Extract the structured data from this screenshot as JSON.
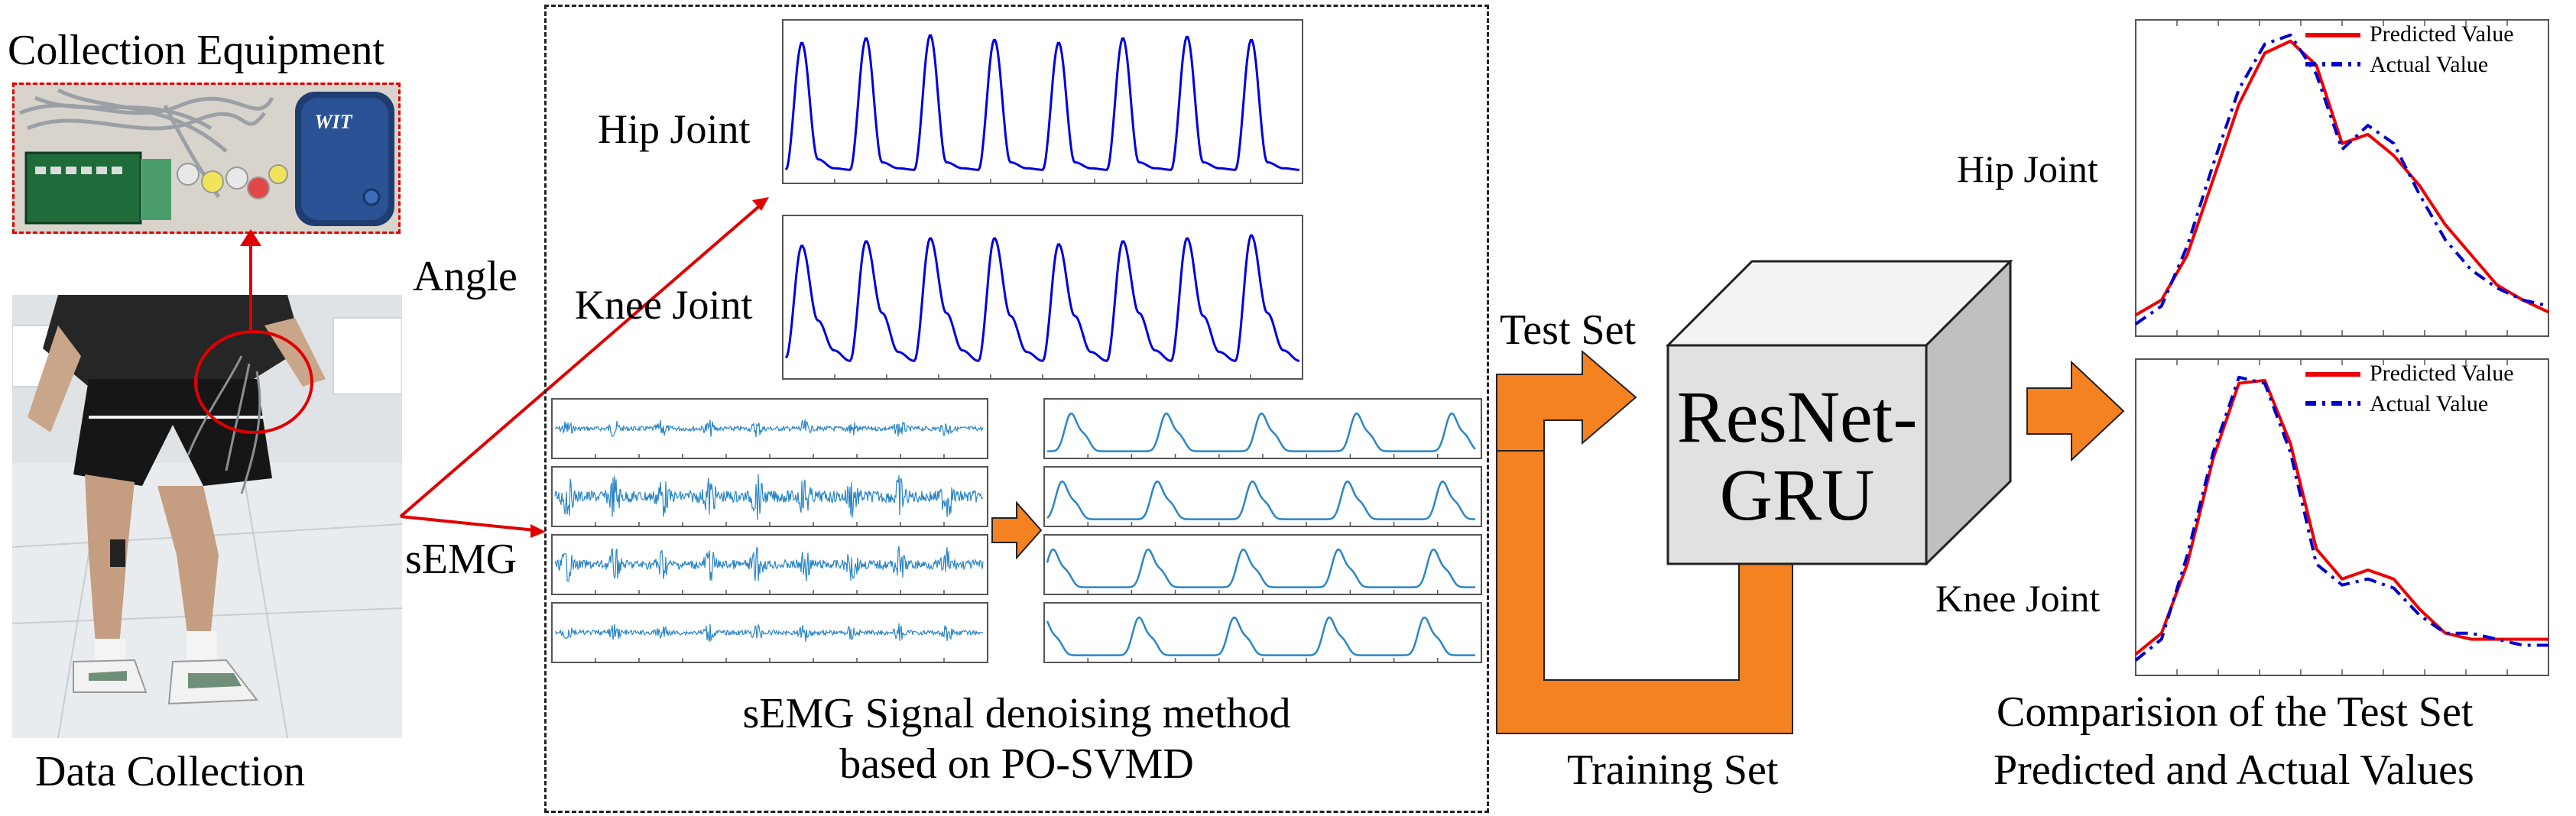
{
  "labels": {
    "collection_equipment": "Collection Equipment",
    "data_collection": "Data Collection",
    "angle": "Angle",
    "semg": "sEMG",
    "hip_joint": "Hip Joint",
    "knee_joint": "Knee Joint",
    "denoise_line1": "sEMG Signal denoising method",
    "denoise_line2": "based on PO-SVMD",
    "test_set": "Test Set",
    "training_set": "Training Set",
    "model_line1": "ResNet-",
    "model_line2": "GRU",
    "compare_line1": "Comparision of the Test Set",
    "compare_line2": "Predicted and Actual Values",
    "result_hip_joint": "Hip Joint",
    "result_knee_joint": "Knee Joint"
  },
  "legend": {
    "predicted": "Predicted Value",
    "actual": "Actual Value"
  },
  "device": {
    "logo": "WIT"
  },
  "colors": {
    "arrow_orange": "#f58220",
    "signal_blue": "#0000dd",
    "semg_blue": "#2b86c6",
    "predicted_red": "#ee0000",
    "actual_blue": "#0000cc",
    "annotation_red": "#e00000"
  },
  "chart_data": [
    {
      "type": "line",
      "series": [
        {
          "values": [
            0.05,
            0.9,
            0.12,
            0.06,
            0.05,
            0.93,
            0.1,
            0.06,
            0.05,
            0.95,
            0.1,
            0.06,
            0.05,
            0.92,
            0.1,
            0.06,
            0.05,
            0.9,
            0.1,
            0.06,
            0.05,
            0.93,
            0.1,
            0.06,
            0.05,
            0.94,
            0.1,
            0.06,
            0.05,
            0.92,
            0.1,
            0.06,
            0.05
          ]
        }
      ]
    },
    {
      "type": "line",
      "series": [
        {
          "values": [
            0.1,
            0.85,
            0.35,
            0.15,
            0.08,
            0.88,
            0.4,
            0.14,
            0.08,
            0.9,
            0.4,
            0.15,
            0.08,
            0.9,
            0.38,
            0.14,
            0.08,
            0.86,
            0.38,
            0.14,
            0.08,
            0.88,
            0.4,
            0.15,
            0.08,
            0.9,
            0.38,
            0.14,
            0.08,
            0.92,
            0.4,
            0.15,
            0.08
          ]
        }
      ]
    },
    {
      "type": "line",
      "series": [
        {
          "name": "Predicted Value",
          "values": [
            0.05,
            0.1,
            0.25,
            0.5,
            0.75,
            0.92,
            0.96,
            0.88,
            0.62,
            0.65,
            0.58,
            0.48,
            0.35,
            0.25,
            0.15,
            0.1,
            0.06
          ]
        },
        {
          "name": "Actual Value",
          "values": [
            0.02,
            0.08,
            0.28,
            0.55,
            0.8,
            0.95,
            0.98,
            0.85,
            0.6,
            0.68,
            0.62,
            0.45,
            0.3,
            0.2,
            0.14,
            0.1,
            0.08
          ]
        }
      ]
    },
    {
      "type": "line",
      "series": [
        {
          "name": "Predicted Value",
          "values": [
            0.05,
            0.12,
            0.35,
            0.7,
            0.95,
            0.96,
            0.75,
            0.4,
            0.3,
            0.33,
            0.3,
            0.2,
            0.12,
            0.1,
            0.1,
            0.1,
            0.1
          ]
        },
        {
          "name": "Actual Value",
          "values": [
            0.03,
            0.1,
            0.38,
            0.72,
            0.97,
            0.95,
            0.72,
            0.35,
            0.28,
            0.3,
            0.27,
            0.18,
            0.12,
            0.12,
            0.1,
            0.08,
            0.08
          ]
        }
      ]
    }
  ]
}
